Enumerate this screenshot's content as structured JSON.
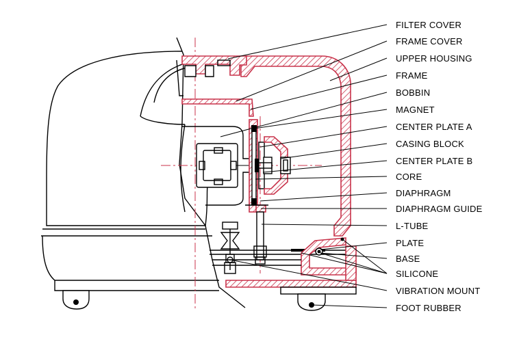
{
  "labels": [
    "FILTER COVER",
    "FRAME COVER",
    "UPPER HOUSING",
    "FRAME",
    "BOBBIN",
    "MAGNET",
    "CENTER PLATE A",
    "CASING BLOCK",
    "CENTER PLATE B",
    "CORE",
    "DIAPHRAGM",
    "DIAPHRAGM GUIDE",
    "L-TUBE",
    "PLATE",
    "BASE",
    "SILICONE",
    "VIBRATION MOUNT",
    "FOOT RUBBER"
  ],
  "colors": {
    "section": "#c8324a",
    "ink": "#000000",
    "background": "#ffffff"
  }
}
